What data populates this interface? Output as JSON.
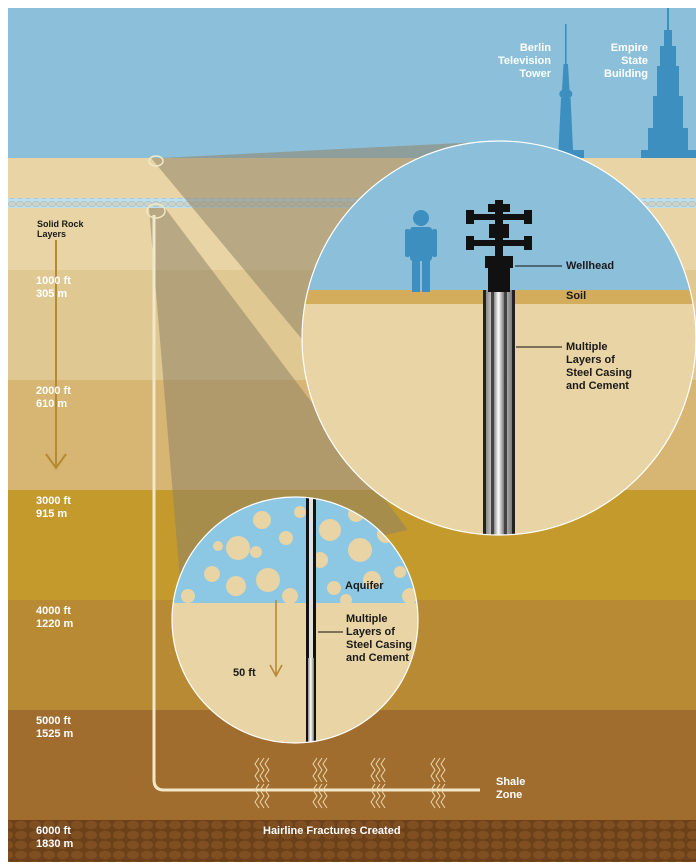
{
  "landmarks": {
    "berlin_tower": [
      "Berlin",
      "Television",
      "Tower"
    ],
    "empire_state": [
      "Empire",
      "State",
      "Building"
    ]
  },
  "solid_rock": [
    "Solid Rock",
    "Layers"
  ],
  "depth_markers": [
    {
      "ft": "1000 ft",
      "m": "305 m"
    },
    {
      "ft": "2000 ft",
      "m": "610 m"
    },
    {
      "ft": "3000 ft",
      "m": "915 m"
    },
    {
      "ft": "4000 ft",
      "m": "1220 m"
    },
    {
      "ft": "5000 ft",
      "m": "1525 m"
    },
    {
      "ft": "6000 ft",
      "m": "1830 m"
    }
  ],
  "wellhead_inset": {
    "wellhead": "Wellhead",
    "soil": "Soil",
    "casing": [
      "Multiple",
      "Layers of",
      "Steel Casing",
      "and Cement"
    ]
  },
  "aquifer_inset": {
    "aquifer": "Aquifer",
    "casing": [
      "Multiple",
      "Layers of",
      "Steel Casing",
      "and Cement"
    ],
    "distance": "50 ft"
  },
  "shale_zone": [
    "Shale",
    "Zone"
  ],
  "fractures": "Hairline Fractures Created",
  "colors": {
    "sky": "#8cc0da",
    "layer1": "#e8d4a4",
    "layer2": "#e0c892",
    "layer3": "#d7b572",
    "layer4": "#c49a2c",
    "layer5": "#b98a34",
    "layer6": "#a16d2f",
    "layer7": "#8c5a28",
    "bottom": "#6c4119"
  }
}
